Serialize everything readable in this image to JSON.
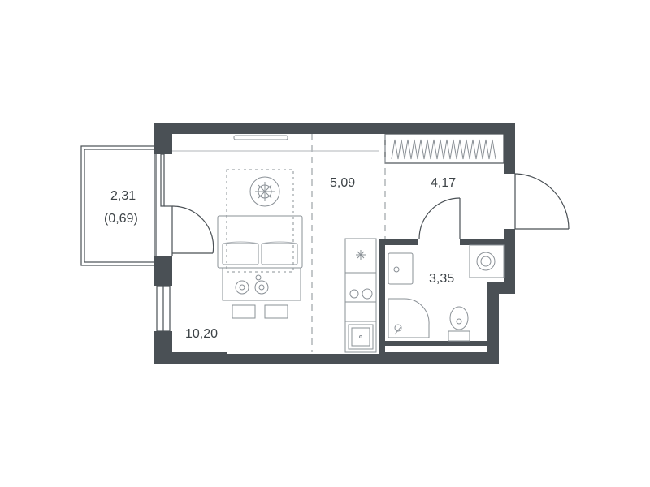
{
  "rooms": {
    "balcony": {
      "area": "2,31",
      "area_reduced": "(0,69)"
    },
    "living": {
      "area": "10,20"
    },
    "kitchen": {
      "area": "5,09"
    },
    "hallway": {
      "area": "4,17"
    },
    "bathroom": {
      "area": "3,35"
    }
  },
  "colors": {
    "wall": "#4a5055",
    "text": "#3d4347",
    "furniture": "#8a9096"
  }
}
